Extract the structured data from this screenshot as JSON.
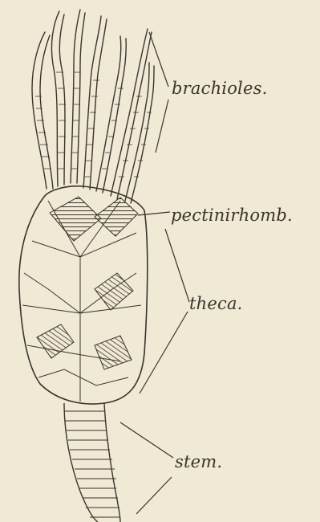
{
  "labels": {
    "brachioles": "brachioles.",
    "pectinirhomb": "pectinirhomb.",
    "theca": "theca.",
    "stem": "stem."
  },
  "colors": {
    "paper": "#efe9d6",
    "ink": "#3a342c"
  }
}
